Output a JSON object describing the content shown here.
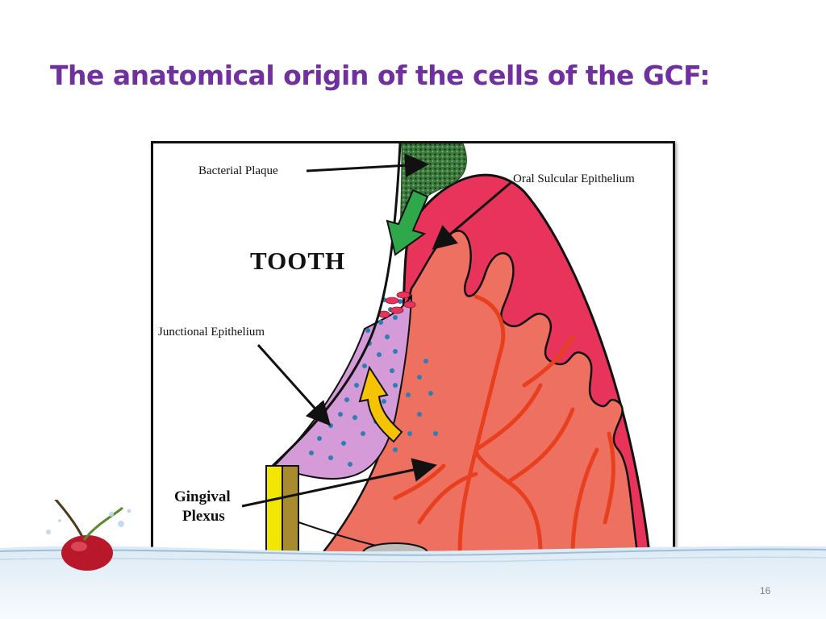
{
  "slide": {
    "title": "The anatomical origin of the cells of the GCF:",
    "page_number": "16"
  },
  "diagram": {
    "labels": {
      "bacterial_plaque": "Bacterial Plaque",
      "oral_sulcular_epithelium": "Oral Sulcular Epithelium",
      "tooth": "TOOTH",
      "junctional_epithelium": "Junctional Epithelium",
      "gingival_plexus_line1": "Gingival",
      "gingival_plexus_line2": "Plexus"
    },
    "colors": {
      "title": "#7030A0",
      "gingiva": "#E8345A",
      "connective_tissue": "#EE7060",
      "vessels": "#E8401E",
      "junctional_epithelium": "#D59BD8",
      "plaque": "#2E6B2E",
      "cells": "#2A7FB5",
      "flow_arrow_down": "#2EA84B",
      "flow_arrow_up": "#F5C300",
      "enamel_band": "#F2E600",
      "cementum_band": "#A88B2E"
    }
  }
}
